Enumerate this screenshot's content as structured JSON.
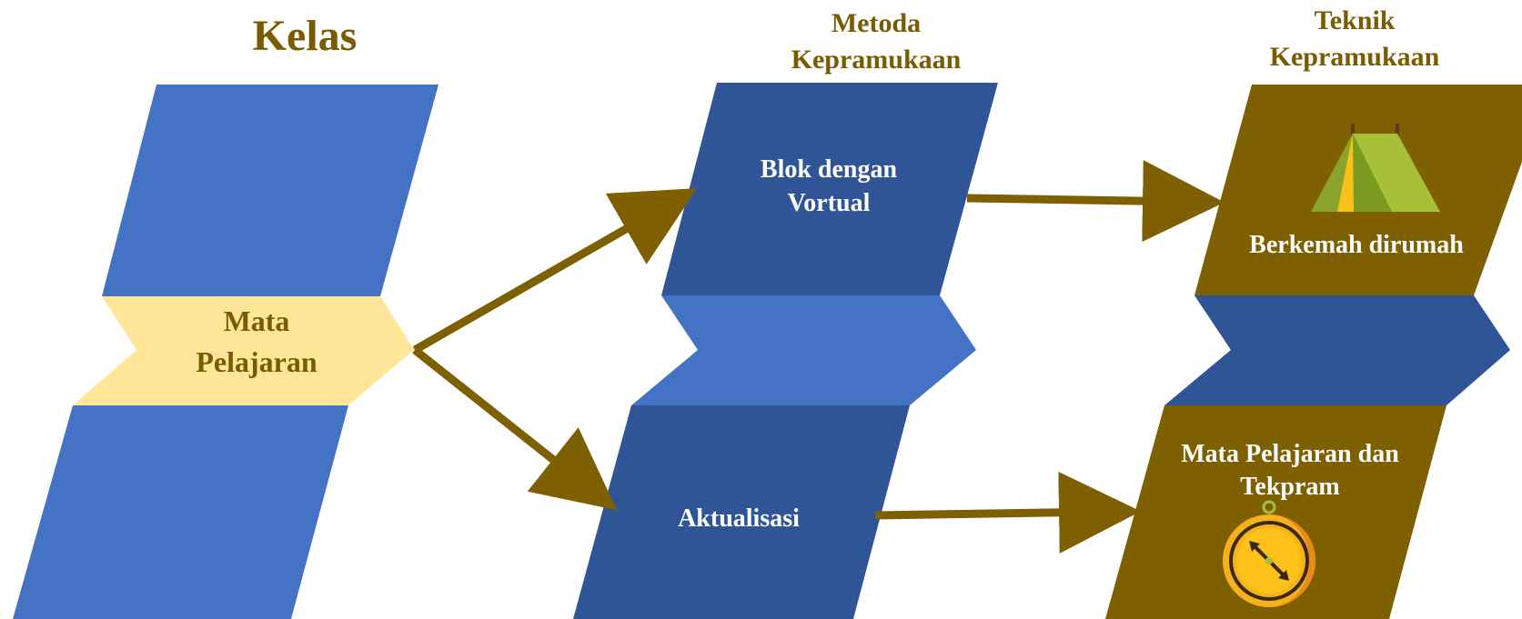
{
  "colors": {
    "blue": "#4472c4",
    "dark_blue": "#2f5597",
    "brown": "#7f6000",
    "light_yellow": "#ffe699",
    "title_text": "#7a5c00"
  },
  "columns": {
    "kelas": {
      "title": "Kelas",
      "center_label_line1": "Mata",
      "center_label_line2": "Pelajaran"
    },
    "metoda": {
      "title_line1": "Metoda",
      "title_line2": "Kepramukaan",
      "top_label_line1": "Blok dengan",
      "top_label_line2": "Vortual",
      "bottom_label": "Aktualisasi"
    },
    "teknik": {
      "title_line1": "Teknik",
      "title_line2": "Kepramukaan",
      "top_label": "Berkemah dirumah",
      "bottom_label_line1": "Mata Pelajaran dan",
      "bottom_label_line2": "Tekpram",
      "top_icon": "tent-icon",
      "bottom_icon": "compass-icon"
    }
  }
}
